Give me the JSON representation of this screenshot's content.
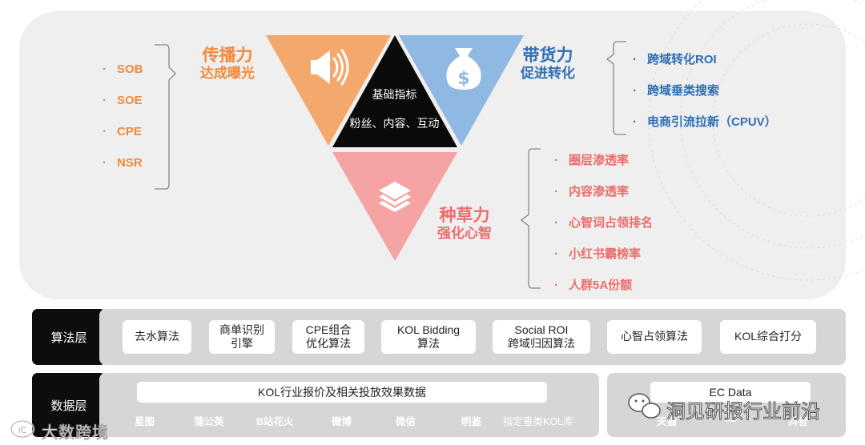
{
  "center": {
    "line1": "基础指标",
    "line2": "粉丝、内容、互动"
  },
  "left": {
    "title1": "传播力",
    "title2": "达成曝光",
    "items": [
      "SOB",
      "SOE",
      "CPE",
      "NSR"
    ],
    "bullet": "·",
    "icon": "speaker-icon",
    "color": "#f5a86b"
  },
  "right": {
    "title1": "带货力",
    "title2": "促进转化",
    "items": [
      "跨域转化ROI",
      "跨域垂类搜索",
      "电商引流拉新（CPUV）"
    ],
    "icon": "money-bag-icon",
    "color": "#8fb8e3"
  },
  "bottom": {
    "title1": "种草力",
    "title2": "强化心智",
    "items": [
      "圈层渗透率",
      "内容渗透率",
      "心智词占领排名",
      "小红书霸榜率",
      "人群5A份额"
    ],
    "icon": "layers-icon",
    "color": "#f5a3a3"
  },
  "algo_layer": {
    "label": "算法层",
    "items": [
      {
        "l1": "去水算法",
        "l2": ""
      },
      {
        "l1": "商单识别",
        "l2": "引擎"
      },
      {
        "l1": "CPE组合",
        "l2": "优化算法"
      },
      {
        "l1": "KOL Bidding",
        "l2": "算法"
      },
      {
        "l1": "Social ROI",
        "l2": "跨域归因算法"
      },
      {
        "l1": "心智占领算法",
        "l2": ""
      },
      {
        "l1": "KOL综合打分",
        "l2": ""
      }
    ]
  },
  "data_layer": {
    "label": "数据层",
    "kol_header": "KOL行业报价及相关投放效果数据",
    "kol_sources": [
      "星图",
      "蒲公英",
      "B站花火",
      "微博",
      "微信",
      "明鉴",
      "指定垂类KOL库"
    ],
    "ec_header": "EC Data",
    "ec_sources": [
      "天猫",
      "JD",
      "抖音"
    ]
  },
  "watermarks": {
    "left": "大数跨境",
    "right": "洞见研报行业前沿"
  }
}
